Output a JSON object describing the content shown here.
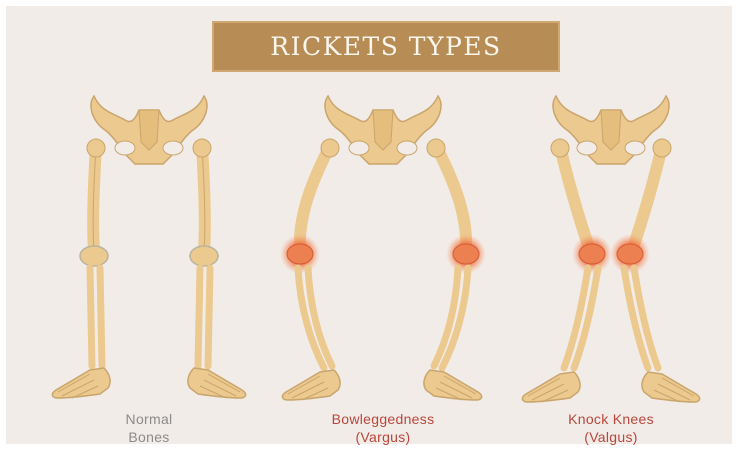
{
  "title": "RICKETS TYPES",
  "colors": {
    "background": "#f2ece9",
    "banner": "#b88d55",
    "bone": "#ecc98f",
    "bone_shadow": "#c9a56c",
    "normal_label": "#8a8a8a",
    "condition_label": "#b9463a",
    "inflamed_joint": "#e8663a"
  },
  "panels": [
    {
      "id": "normal",
      "line1": "Normal",
      "line2": "Bones",
      "highlight_joint": false
    },
    {
      "id": "bowleg",
      "line1": "Bowleggedness",
      "line2": "(Vargus)",
      "highlight_joint": true
    },
    {
      "id": "knock",
      "line1": "Knock Knees",
      "line2": "(Valgus)",
      "highlight_joint": true
    }
  ]
}
